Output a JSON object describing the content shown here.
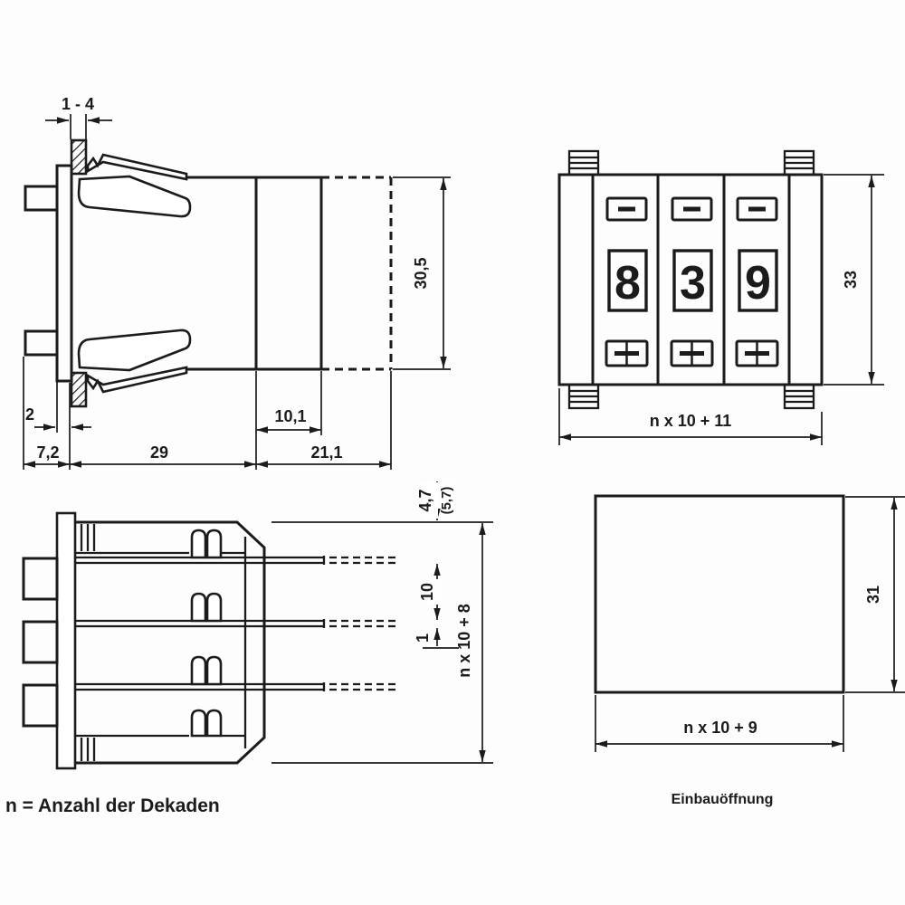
{
  "note": "n = Anzahl der Dekaden",
  "side_view": {
    "dims": {
      "panel_thickness": "1 - 4",
      "height": "30,5",
      "bezel": "2",
      "front_depth": "7,2",
      "body_depth": "29",
      "module_depth": "10,1",
      "rear_depth": "21,1"
    }
  },
  "front_view": {
    "digits": [
      "8",
      "3",
      "9"
    ],
    "dims": {
      "height": "33",
      "width_formula": "n x 10 + 11"
    }
  },
  "top_view": {
    "dims": {
      "pin_offset": "4,7",
      "pin_offset_alt": "(5,7)",
      "pin_pitch": "10",
      "pin_thickness": "1",
      "width_formula": "n x 10 + 8"
    }
  },
  "cutout_view": {
    "label": "Einbauöffnung",
    "dims": {
      "height": "31",
      "width_formula": "n x 10 + 9"
    }
  }
}
